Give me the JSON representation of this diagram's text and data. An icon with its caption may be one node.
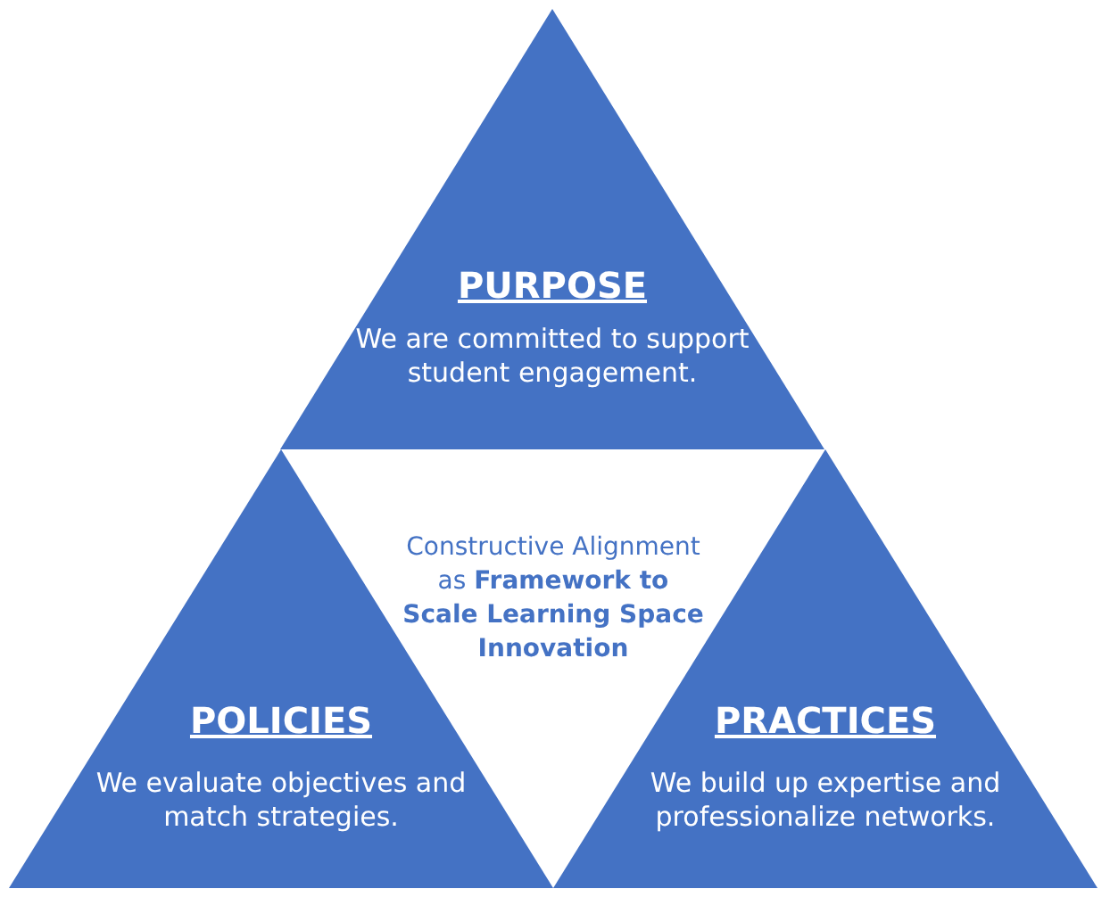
{
  "diagram": {
    "nodes": [
      {
        "text": [
          "PURPOSE",
          "We are committed to support student engagement."
        ]
      },
      {
        "text": [
          "Constructive Alignment as **Framework to Scale Learning Space Innovation**"
        ]
      },
      {
        "text": [
          "POLICIES",
          "We evaluate objectives and match strategies."
        ]
      },
      {
        "text": [
          "PRACTICES",
          "We build up expertise and professionalize networks."
        ]
      }
    ]
  }
}
